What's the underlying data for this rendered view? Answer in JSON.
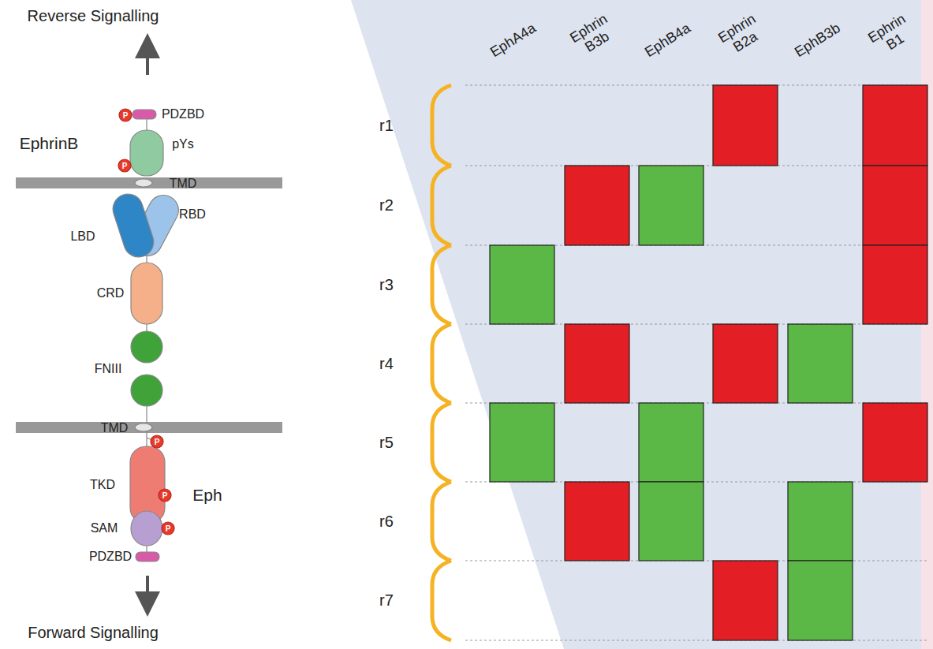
{
  "diagram": {
    "labels": [
      "Reverse Signalling",
      "P",
      "PDZBD",
      "EphrinB",
      "P",
      "pYs",
      "TMD",
      "RBD",
      "LBD",
      "CRD",
      "FNIII",
      "TMD",
      "P",
      "P",
      "TKD",
      "Eph",
      "SAM",
      "P",
      "PDZBD",
      "Forward Signalling",
      "EphA4a",
      "Ephrin B3b",
      "EphB4a",
      "Ephrin B2a",
      "EphB3b",
      "Ephrin B1",
      "r1",
      "r2",
      "r3",
      "r4",
      "r5",
      "r6",
      "r7"
    ]
  }
}
